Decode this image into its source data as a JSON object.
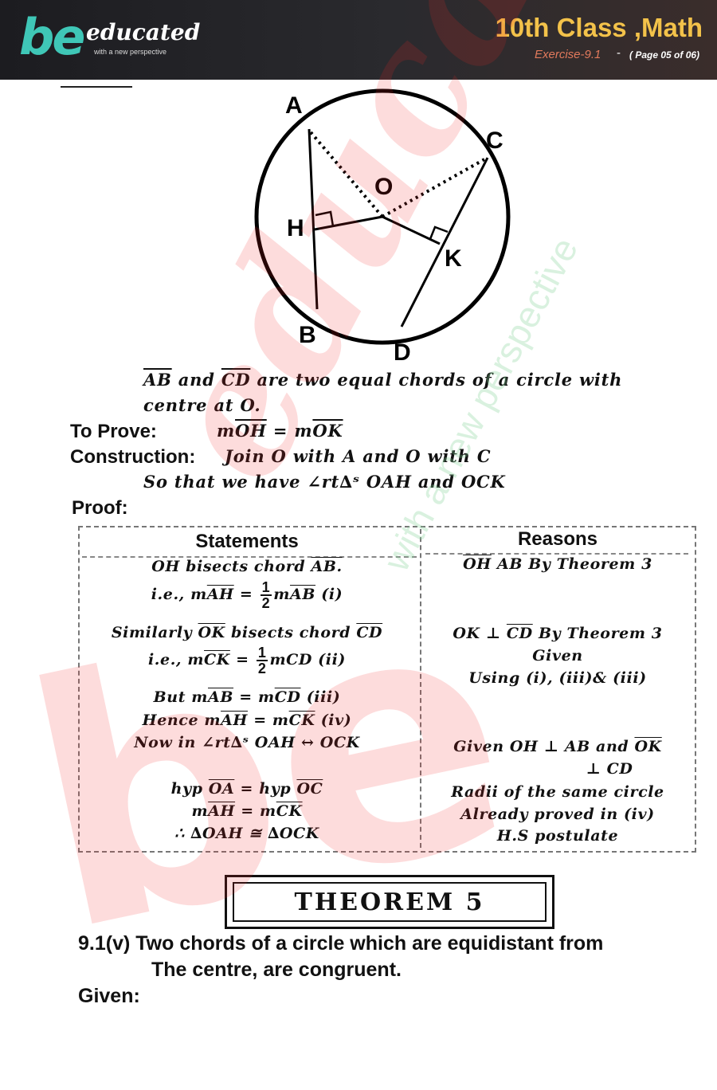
{
  "header": {
    "logo_mark": "be",
    "logo_word": "educated",
    "logo_tagline": "with a new perspective",
    "title": "10th Class ,Math",
    "exercise": "Exercise-9.1",
    "dash": "-",
    "page": "( Page 05 of 06)"
  },
  "watermark": {
    "mark": "be",
    "word": "educated",
    "tagline": "with a new perspective"
  },
  "diagram": {
    "labels": {
      "A": "A",
      "B": "B",
      "C": "C",
      "D": "D",
      "O": "O",
      "H": "H",
      "K": "K"
    }
  },
  "given": {
    "line1_ab": "AB",
    "line1_and": " and ",
    "line1_cd": "CD",
    "line1_rest": " are two equal chords of a circle with",
    "line2": "centre at O."
  },
  "to_prove": {
    "label": "To Prove:",
    "m1": "m",
    "oh": "OH",
    "eq": " = m",
    "ok": "OK"
  },
  "construction": {
    "label": "Construction:",
    "text": " Join O with A and O with C",
    "line2": "So that we have ∠rt∆ˢ OAH and OCK"
  },
  "proof": {
    "label": "Proof:"
  },
  "table": {
    "statements_header": "Statements",
    "reasons_header": "Reasons",
    "s1a": "OH bisects chord ",
    "s1b": "AB.",
    "s2a": "i.e., m",
    "s2b": "AH",
    "s2c": " = ",
    "s2num": "1",
    "s2den": "2",
    "s2d": "m",
    "s2e": "AB",
    "s2f": "  (i)",
    "s3a": "Similarly ",
    "s3b": "OK",
    "s3c": " bisects chord ",
    "s3d": "CD",
    "s4a": "i.e., m",
    "s4b": "CK",
    "s4c": " = ",
    "s4num": "1",
    "s4den": "2",
    "s4d": "mCD  (ii)",
    "s5a": "But m",
    "s5b": "AB",
    "s5c": " = m",
    "s5d": "CD",
    "s5e": "  (iii)",
    "s6a": "Hence m",
    "s6b": "AH",
    "s6c": " = m",
    "s6d": "CK",
    "s6e": "  (iv)",
    "s7": "Now in ∠rt∆ˢ OAH ↔ OCK",
    "s8a": "hyp ",
    "s8b": "OA",
    "s8c": " = hyp ",
    "s8d": "OC",
    "s9a": "m",
    "s9b": "AH",
    "s9c": " = m",
    "s9d": "CK",
    "s10": "∴ ∆OAH ≅ ∆OCK",
    "r1a": "OH",
    "r1b": "   AB By Theorem 3",
    "r2a": "OK ⊥ ",
    "r2b": "CD",
    "r2c": " By Theorem 3",
    "r3": "Given",
    "r4": "Using (i), (iii)& (iii)",
    "r5a": "Given OH ⊥ AB and ",
    "r5b": "OK",
    "r6": "⊥ CD",
    "r7": "Radii of the same circle",
    "r8": "Already proved in (iv)",
    "r9": "H.S postulate"
  },
  "theorem": {
    "title": "THEOREM 5"
  },
  "statement": {
    "number": "9.1(v)",
    "line1": " Two chords of a circle which are equidistant from",
    "line2": "The centre, are congruent.",
    "given_label": "Given:"
  }
}
